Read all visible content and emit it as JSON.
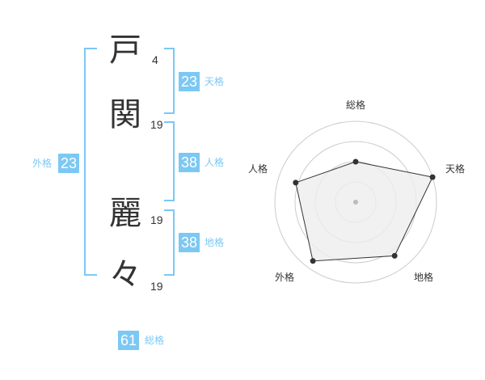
{
  "name_chars": [
    {
      "char": "戸",
      "strokes": "4"
    },
    {
      "char": "関",
      "strokes": "19"
    },
    {
      "char": "麗",
      "strokes": "19"
    },
    {
      "char": "々",
      "strokes": "19"
    }
  ],
  "fortunes": {
    "tenkaku": {
      "value": "23",
      "label": "天格"
    },
    "jinkaku": {
      "value": "38",
      "label": "人格"
    },
    "chikaku": {
      "value": "38",
      "label": "地格"
    },
    "gaikaku": {
      "value": "23",
      "label": "外格"
    },
    "soukaku": {
      "value": "61",
      "label": "総格"
    }
  },
  "radar": {
    "axes": [
      "総格",
      "天格",
      "地格",
      "外格",
      "人格"
    ],
    "values": [
      0.5,
      1.0,
      0.82,
      0.9,
      0.78
    ],
    "rings": 4,
    "colors": {
      "grid": "#cccccc",
      "fill": "#eeeeee",
      "line": "#333333",
      "point": "#333333",
      "center": "#bbbbbb"
    }
  },
  "accent_color": "#7cc8f4"
}
